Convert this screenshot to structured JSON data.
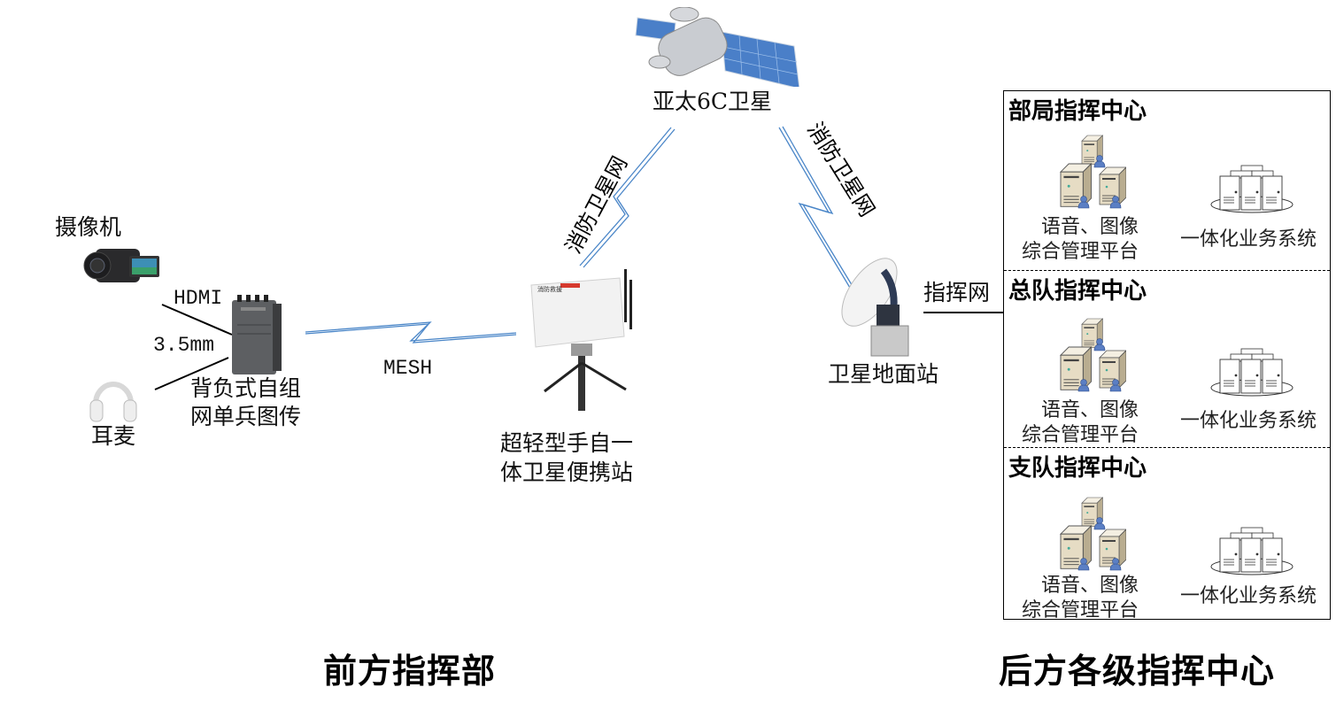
{
  "diagram": {
    "satellite": {
      "label": "亚太6C卫星",
      "icon": "satellite-icon"
    },
    "links": {
      "sat_left": "消防卫星网",
      "sat_right": "消防卫星网",
      "mesh": "MESH",
      "hdmi": "HDMI",
      "audio": "3.5mm",
      "command_net": "指挥网"
    },
    "devices": {
      "camera": {
        "label": "摄像机",
        "icon": "camcorder-icon"
      },
      "headset": {
        "label": "耳麦",
        "icon": "headphones-icon"
      },
      "backpack": {
        "label_line1": "背负式自组",
        "label_line2": "网单兵图传",
        "icon": "backpack-transmitter-icon"
      },
      "portable_station": {
        "label_line1": "超轻型手自一",
        "label_line2": "体卫星便携站",
        "icon": "portable-satellite-station-icon",
        "panel_text": "消防救援"
      },
      "ground_station": {
        "label": "卫星地面站",
        "icon": "dish-antenna-icon"
      }
    },
    "command_centers": [
      {
        "title": "部局指挥中心",
        "platform_line1": "语音、图像",
        "platform_line2": "综合管理平台",
        "system": "一体化业务系统"
      },
      {
        "title": "总队指挥中心",
        "platform_line1": "语音、图像",
        "platform_line2": "综合管理平台",
        "system": "一体化业务系统"
      },
      {
        "title": "支队指挥中心",
        "platform_line1": "语音、图像",
        "platform_line2": "综合管理平台",
        "system": "一体化业务系统"
      }
    ],
    "footer": {
      "left": "前方指挥部",
      "right": "后方各级指挥中心"
    },
    "colors": {
      "link": "#4a86c8",
      "line": "#000000",
      "server": "#e6dcc4",
      "user": "#5b7fc4"
    }
  }
}
